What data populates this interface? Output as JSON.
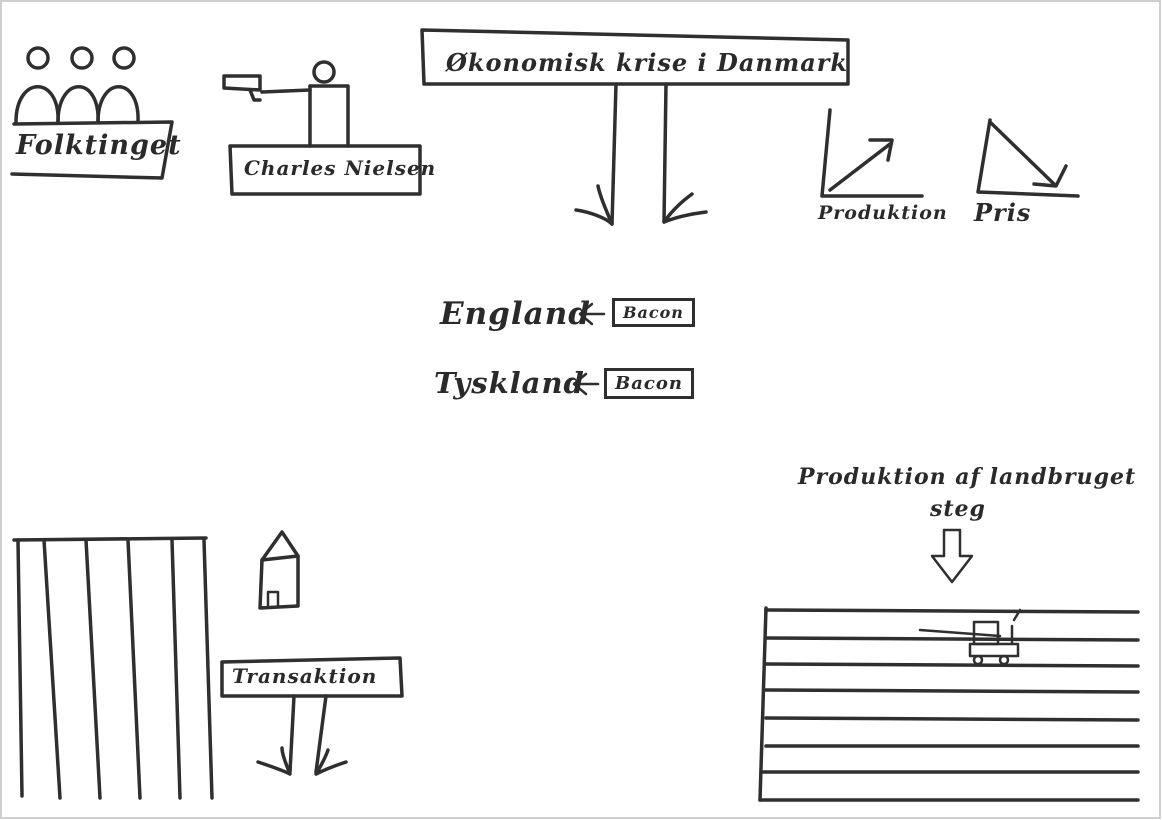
{
  "title": "Økonomisk krise i Danmark",
  "parliament_label": "Folktinget",
  "speaker_label": "Charles Nielsen",
  "graphs": {
    "production_label": "Produktion",
    "price_label": "Pris"
  },
  "exports": [
    {
      "country": "England",
      "arrow": "←",
      "product": "Bacon"
    },
    {
      "country": "Tyskland",
      "arrow": "←",
      "product": "Bacon"
    }
  ],
  "transaction_label": "Transaktion",
  "agriculture": {
    "line1": "Produktion af landbruget",
    "line2": "steg"
  }
}
